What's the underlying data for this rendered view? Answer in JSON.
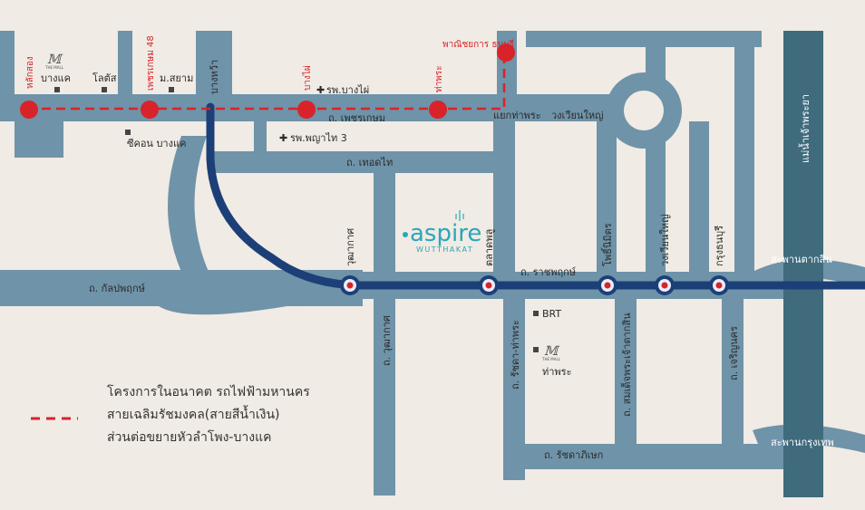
{
  "map": {
    "colors": {
      "background": "#f0ebe4",
      "road": "#6f93a8",
      "river": "#3f6b7d",
      "purple_line": "#1d3f78",
      "future_line": "#d8232a",
      "station_fill": "#5a6fa0",
      "aspire": "#2aa7b8"
    },
    "river_label": "แม่น้ำเจ้าพระยา",
    "roads": {
      "phetkasem": "ถ. เพชรเกษม",
      "thoetthai": "ถ. เทอดไท",
      "kanlapaphruek": "ถ. กัลปพฤกษ์",
      "ratchaphruek": "ถ. ราชพฤกษ์",
      "wutthakat": "ถ. วุฒากาศ",
      "ratchada_thaphra": "ถ. รัชดา-ท่าพระ",
      "somdet_chao_phraya_taksin": "ถ. สมเด็จพระเจ้าตากสิน",
      "charoen_nakhon": "ถ. เจริญนคร",
      "ratchadaphisek": "ถ. รัชดาภิเษก",
      "bang_wa": "บางหว้า",
      "wongwian_yai": "วงเวียนใหญ่",
      "tha_phra_junction": "แยกท่าพระ",
      "bridge_taksin": "สะพานตากสิน",
      "bridge_krungthep": "สะพานกรุงเทพ"
    },
    "red_stations": [
      {
        "name": "หลักสอง"
      },
      {
        "name": "เพชรเกษม 48"
      },
      {
        "name": "บางไผ่"
      },
      {
        "name": "ท่าพระ"
      },
      {
        "name": "พาณิชยการ ธนบุรี"
      }
    ],
    "blue_stations": [
      {
        "name": "วุฒากาศ"
      },
      {
        "name": "ตลาดพลู"
      },
      {
        "name": "โพธิ์นิมิตร"
      },
      {
        "name": "วงเวียนใหญ่"
      },
      {
        "name": "กรุงธนบุรี"
      }
    ],
    "landmarks": {
      "the_mall_bangkhae": "บางแค",
      "lotus": "โลตัส",
      "m_siam": "ม.สยาม",
      "rp_bang_phai": "รพ.บางไผ่",
      "seacon_bangkhae": "ซีคอน บางแค",
      "rp_phyathai3": "รพ.พญาไท 3",
      "brt": "BRT",
      "the_mall_thaphra": "ท่าพระ",
      "mall_logo_text": "THE MALL"
    },
    "aspire": {
      "name": "aspire",
      "subtitle": "WUTTHAKAT"
    },
    "legend": {
      "line1": "โครงการในอนาคต รถไฟฟ้ามหานคร",
      "line2": "สายเฉลิมรัชมงคล(สายสีน้ำเงิน)",
      "line3": "ส่วนต่อขยายหัวลำโพง-บางแค"
    }
  }
}
